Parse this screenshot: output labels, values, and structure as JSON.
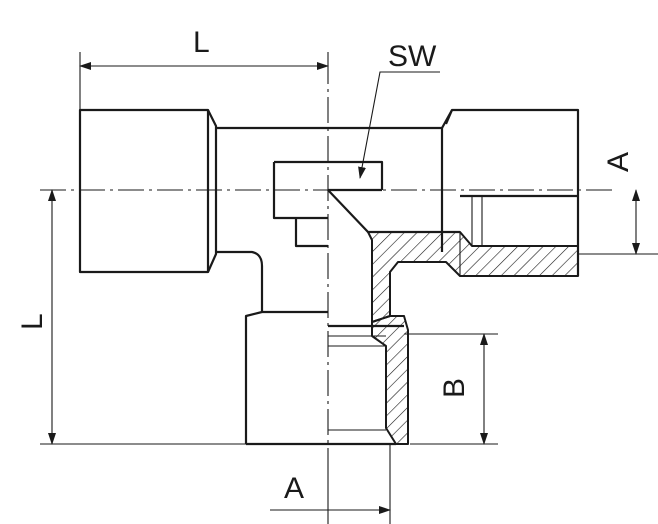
{
  "labels": {
    "top_length": "L",
    "wrench_size": "SW",
    "right_offset": "A",
    "left_length": "L",
    "bore_depth": "B",
    "bottom_offset": "A"
  }
}
